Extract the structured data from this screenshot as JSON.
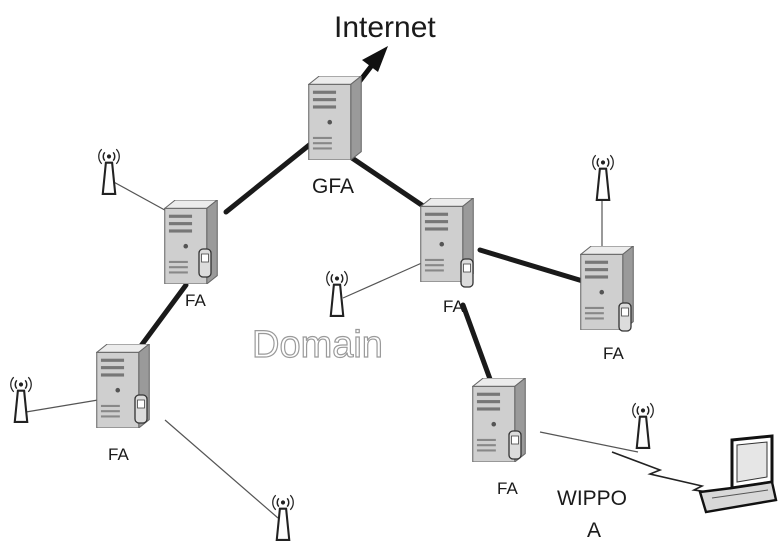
{
  "labels": {
    "internet": "Internet",
    "gfa": "GFA",
    "domain": "Domain",
    "wippo_line1": "WIPPO",
    "wippo_line2": "A",
    "fa_left_upper": "FA",
    "fa_left_lower": "FA",
    "fa_center": "FA",
    "fa_right": "FA",
    "fa_bottom": "FA"
  },
  "colors": {
    "server_body": "#cfcfcf",
    "server_shadow": "#8f8f8f",
    "link_thick": "#1a1a1a",
    "link_thin": "#555555",
    "arrow": "#111111"
  }
}
